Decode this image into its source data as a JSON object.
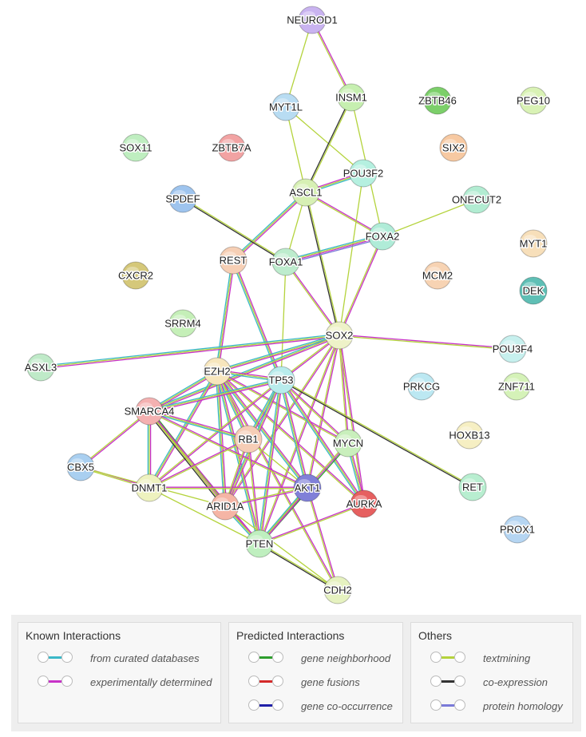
{
  "nodes": [
    {
      "id": "NEUROD1",
      "color": "#c9b3f0"
    },
    {
      "id": "INSM1",
      "color": "#c6efb0"
    },
    {
      "id": "MYT1L",
      "color": "#b8dcf2"
    },
    {
      "id": "ZBTB46",
      "color": "#7ccf6a"
    },
    {
      "id": "PEG10",
      "color": "#d9f2b5"
    },
    {
      "id": "SOX11",
      "color": "#bfeec0"
    },
    {
      "id": "ZBTB7A",
      "color": "#f2a3a3"
    },
    {
      "id": "SIX2",
      "color": "#f7c9a2"
    },
    {
      "id": "POU3F2",
      "color": "#b5f0e0"
    },
    {
      "id": "ASCL1",
      "color": "#d7f0b4"
    },
    {
      "id": "SPDEF",
      "color": "#9ec4ee"
    },
    {
      "id": "ONECUT2",
      "color": "#b2ecd2"
    },
    {
      "id": "FOXA2",
      "color": "#b0ecd8"
    },
    {
      "id": "REST",
      "color": "#f6cfb5"
    },
    {
      "id": "FOXA1",
      "color": "#bdeccd"
    },
    {
      "id": "MYT1",
      "color": "#f7dfba"
    },
    {
      "id": "CXCR2",
      "color": "#d5c87a"
    },
    {
      "id": "MCM2",
      "color": "#f7d3b3"
    },
    {
      "id": "DEK",
      "color": "#5fbfb5"
    },
    {
      "id": "SRRM4",
      "color": "#c5efb8"
    },
    {
      "id": "SOX2",
      "color": "#eef2c8"
    },
    {
      "id": "POU3F4",
      "color": "#c7f0ee"
    },
    {
      "id": "ASXL3",
      "color": "#bfeac8"
    },
    {
      "id": "EZH2",
      "color": "#f7e6bd"
    },
    {
      "id": "TP53",
      "color": "#b8ecec"
    },
    {
      "id": "PRKCG",
      "color": "#bce8f2"
    },
    {
      "id": "ZNF711",
      "color": "#d5f2b8"
    },
    {
      "id": "SMARCA4",
      "color": "#f4b1b1"
    },
    {
      "id": "RB1",
      "color": "#f6cdb6"
    },
    {
      "id": "MYCN",
      "color": "#c9efbc"
    },
    {
      "id": "HOXB13",
      "color": "#f6efc3"
    },
    {
      "id": "CBX5",
      "color": "#a9cff0"
    },
    {
      "id": "DNMT1",
      "color": "#eef2bf"
    },
    {
      "id": "AKT1",
      "color": "#8080d8"
    },
    {
      "id": "RET",
      "color": "#b8eed0"
    },
    {
      "id": "ARID1A",
      "color": "#f5b5a5"
    },
    {
      "id": "AURKA",
      "color": "#e66060"
    },
    {
      "id": "PROX1",
      "color": "#b5d5f2"
    },
    {
      "id": "PTEN",
      "color": "#bfefbf"
    },
    {
      "id": "CDH2",
      "color": "#e6f2c0"
    }
  ],
  "edges": [
    {
      "a": "NEUROD1",
      "b": "INSM1",
      "t": [
        "experimental",
        "textmining"
      ]
    },
    {
      "a": "NEUROD1",
      "b": "MYT1L",
      "t": [
        "textmining"
      ]
    },
    {
      "a": "MYT1L",
      "b": "ASCL1",
      "t": [
        "textmining"
      ]
    },
    {
      "a": "MYT1L",
      "b": "POU3F2",
      "t": [
        "textmining"
      ]
    },
    {
      "a": "INSM1",
      "b": "ASCL1",
      "t": [
        "textmining",
        "coexpression"
      ]
    },
    {
      "a": "INSM1",
      "b": "FOXA2",
      "t": [
        "textmining"
      ]
    },
    {
      "a": "ASCL1",
      "b": "POU3F2",
      "t": [
        "experimental",
        "textmining",
        "curated"
      ]
    },
    {
      "a": "ASCL1",
      "b": "FOXA2",
      "t": [
        "experimental",
        "textmining"
      ]
    },
    {
      "a": "ASCL1",
      "b": "REST",
      "t": [
        "experimental",
        "textmining",
        "curated"
      ]
    },
    {
      "a": "ASCL1",
      "b": "SOX2",
      "t": [
        "textmining",
        "coexpression"
      ]
    },
    {
      "a": "ASCL1",
      "b": "FOXA1",
      "t": [
        "textmining"
      ]
    },
    {
      "a": "POU3F2",
      "b": "SOX2",
      "t": [
        "textmining"
      ]
    },
    {
      "a": "SPDEF",
      "b": "FOXA1",
      "t": [
        "textmining",
        "coexpression"
      ]
    },
    {
      "a": "ONECUT2",
      "b": "FOXA2",
      "t": [
        "textmining"
      ]
    },
    {
      "a": "FOXA2",
      "b": "FOXA1",
      "t": [
        "homology",
        "experimental",
        "textmining",
        "curated"
      ]
    },
    {
      "a": "FOXA2",
      "b": "SOX2",
      "t": [
        "experimental",
        "textmining"
      ]
    },
    {
      "a": "FOXA1",
      "b": "SOX2",
      "t": [
        "experimental",
        "textmining"
      ]
    },
    {
      "a": "FOXA1",
      "b": "TP53",
      "t": [
        "textmining"
      ]
    },
    {
      "a": "REST",
      "b": "TP53",
      "t": [
        "experimental",
        "textmining",
        "curated"
      ]
    },
    {
      "a": "REST",
      "b": "EZH2",
      "t": [
        "experimental",
        "textmining",
        "curated"
      ]
    },
    {
      "a": "SOX2",
      "b": "POU3F4",
      "t": [
        "experimental",
        "textmining"
      ]
    },
    {
      "a": "SOX2",
      "b": "ASXL3",
      "t": [
        "experimental",
        "textmining",
        "curated"
      ]
    },
    {
      "a": "SOX2",
      "b": "EZH2",
      "t": [
        "experimental",
        "textmining",
        "curated"
      ]
    },
    {
      "a": "SOX2",
      "b": "TP53",
      "t": [
        "experimental",
        "textmining"
      ]
    },
    {
      "a": "SOX2",
      "b": "MYCN",
      "t": [
        "experimental",
        "textmining"
      ]
    },
    {
      "a": "SOX2",
      "b": "AKT1",
      "t": [
        "experimental",
        "textmining"
      ]
    },
    {
      "a": "SOX2",
      "b": "PTEN",
      "t": [
        "experimental",
        "textmining"
      ]
    },
    {
      "a": "SOX2",
      "b": "SMARCA4",
      "t": [
        "experimental",
        "textmining",
        "curated"
      ]
    },
    {
      "a": "SOX2",
      "b": "AURKA",
      "t": [
        "experimental",
        "textmining"
      ]
    },
    {
      "a": "SOX2",
      "b": "ARID1A",
      "t": [
        "experimental",
        "textmining"
      ]
    },
    {
      "a": "EZH2",
      "b": "TP53",
      "t": [
        "experimental",
        "textmining",
        "curated"
      ]
    },
    {
      "a": "EZH2",
      "b": "SMARCA4",
      "t": [
        "experimental",
        "textmining",
        "curated"
      ]
    },
    {
      "a": "EZH2",
      "b": "RB1",
      "t": [
        "experimental",
        "textmining",
        "curated"
      ]
    },
    {
      "a": "EZH2",
      "b": "MYCN",
      "t": [
        "experimental",
        "textmining"
      ]
    },
    {
      "a": "EZH2",
      "b": "DNMT1",
      "t": [
        "experimental",
        "textmining",
        "curated"
      ]
    },
    {
      "a": "EZH2",
      "b": "AKT1",
      "t": [
        "experimental",
        "textmining",
        "curated"
      ]
    },
    {
      "a": "EZH2",
      "b": "ARID1A",
      "t": [
        "experimental",
        "textmining",
        "curated"
      ]
    },
    {
      "a": "EZH2",
      "b": "PTEN",
      "t": [
        "experimental",
        "textmining",
        "curated"
      ]
    },
    {
      "a": "EZH2",
      "b": "AURKA",
      "t": [
        "experimental",
        "textmining"
      ]
    },
    {
      "a": "EZH2",
      "b": "CDH2",
      "t": [
        "experimental",
        "textmining"
      ]
    },
    {
      "a": "TP53",
      "b": "MYCN",
      "t": [
        "experimental",
        "textmining"
      ]
    },
    {
      "a": "TP53",
      "b": "SMARCA4",
      "t": [
        "experimental",
        "textmining",
        "curated"
      ]
    },
    {
      "a": "TP53",
      "b": "RB1",
      "t": [
        "experimental",
        "textmining",
        "curated"
      ]
    },
    {
      "a": "TP53",
      "b": "AKT1",
      "t": [
        "experimental",
        "textmining",
        "curated"
      ]
    },
    {
      "a": "TP53",
      "b": "AURKA",
      "t": [
        "experimental",
        "textmining",
        "curated"
      ]
    },
    {
      "a": "TP53",
      "b": "ARID1A",
      "t": [
        "experimental",
        "textmining",
        "curated"
      ]
    },
    {
      "a": "TP53",
      "b": "PTEN",
      "t": [
        "experimental",
        "textmining",
        "curated"
      ]
    },
    {
      "a": "TP53",
      "b": "DNMT1",
      "t": [
        "experimental",
        "textmining"
      ]
    },
    {
      "a": "TP53",
      "b": "RET",
      "t": [
        "textmining",
        "coexpression"
      ]
    },
    {
      "a": "SMARCA4",
      "b": "CBX5",
      "t": [
        "experimental",
        "textmining"
      ]
    },
    {
      "a": "SMARCA4",
      "b": "DNMT1",
      "t": [
        "experimental",
        "textmining",
        "curated"
      ]
    },
    {
      "a": "SMARCA4",
      "b": "ARID1A",
      "t": [
        "neighborhood",
        "experimental",
        "textmining",
        "coexpression"
      ]
    },
    {
      "a": "SMARCA4",
      "b": "RB1",
      "t": [
        "experimental",
        "textmining",
        "curated"
      ]
    },
    {
      "a": "SMARCA4",
      "b": "PTEN",
      "t": [
        "experimental",
        "textmining"
      ]
    },
    {
      "a": "SMARCA4",
      "b": "AKT1",
      "t": [
        "experimental",
        "textmining"
      ]
    },
    {
      "a": "CBX5",
      "b": "DNMT1",
      "t": [
        "experimental",
        "textmining"
      ]
    },
    {
      "a": "CBX5",
      "b": "ARID1A",
      "t": [
        "textmining"
      ]
    },
    {
      "a": "DNMT1",
      "b": "AKT1",
      "t": [
        "experimental",
        "textmining"
      ]
    },
    {
      "a": "DNMT1",
      "b": "RB1",
      "t": [
        "experimental",
        "textmining"
      ]
    },
    {
      "a": "DNMT1",
      "b": "PTEN",
      "t": [
        "textmining"
      ]
    },
    {
      "a": "RB1",
      "b": "ARID1A",
      "t": [
        "experimental",
        "textmining"
      ]
    },
    {
      "a": "RB1",
      "b": "PTEN",
      "t": [
        "experimental",
        "textmining"
      ]
    },
    {
      "a": "RB1",
      "b": "AKT1",
      "t": [
        "textmining"
      ]
    },
    {
      "a": "MYCN",
      "b": "AURKA",
      "t": [
        "experimental",
        "textmining",
        "curated"
      ]
    },
    {
      "a": "MYCN",
      "b": "PTEN",
      "t": [
        "neighborhood",
        "experimental",
        "textmining"
      ]
    },
    {
      "a": "AKT1",
      "b": "PTEN",
      "t": [
        "experimental",
        "textmining",
        "curated"
      ]
    },
    {
      "a": "AKT1",
      "b": "ARID1A",
      "t": [
        "experimental",
        "textmining"
      ]
    },
    {
      "a": "AKT1",
      "b": "CDH2",
      "t": [
        "experimental",
        "textmining"
      ]
    },
    {
      "a": "PTEN",
      "b": "AURKA",
      "t": [
        "experimental",
        "textmining"
      ]
    },
    {
      "a": "PTEN",
      "b": "CDH2",
      "t": [
        "textmining",
        "coexpression"
      ]
    },
    {
      "a": "ARID1A",
      "b": "PTEN",
      "t": [
        "experimental",
        "textmining",
        "curated"
      ]
    },
    {
      "a": "ARID1A",
      "b": "CDH2",
      "t": [
        "textmining"
      ]
    }
  ],
  "edge_colors": {
    "curated": "#3bb8c8",
    "experimental": "#c832c8",
    "neighborhood": "#2e9e2e",
    "fusion": "#d42a2a",
    "cooccurrence": "#2020a8",
    "textmining": "#b4d33c",
    "coexpression": "#333333",
    "homology": "#7b7bd8"
  },
  "legend": {
    "sections": [
      {
        "title": "Known Interactions",
        "items": [
          {
            "label": "from curated databases",
            "type": "curated"
          },
          {
            "label": "experimentally determined",
            "type": "experimental"
          }
        ]
      },
      {
        "title": "Predicted Interactions",
        "items": [
          {
            "label": "gene neighborhood",
            "type": "neighborhood"
          },
          {
            "label": "gene fusions",
            "type": "fusion"
          },
          {
            "label": "gene co-occurrence",
            "type": "cooccurrence"
          }
        ]
      },
      {
        "title": "Others",
        "items": [
          {
            "label": "textmining",
            "type": "textmining"
          },
          {
            "label": "co-expression",
            "type": "coexpression"
          },
          {
            "label": "protein homology",
            "type": "homology"
          }
        ]
      }
    ]
  }
}
